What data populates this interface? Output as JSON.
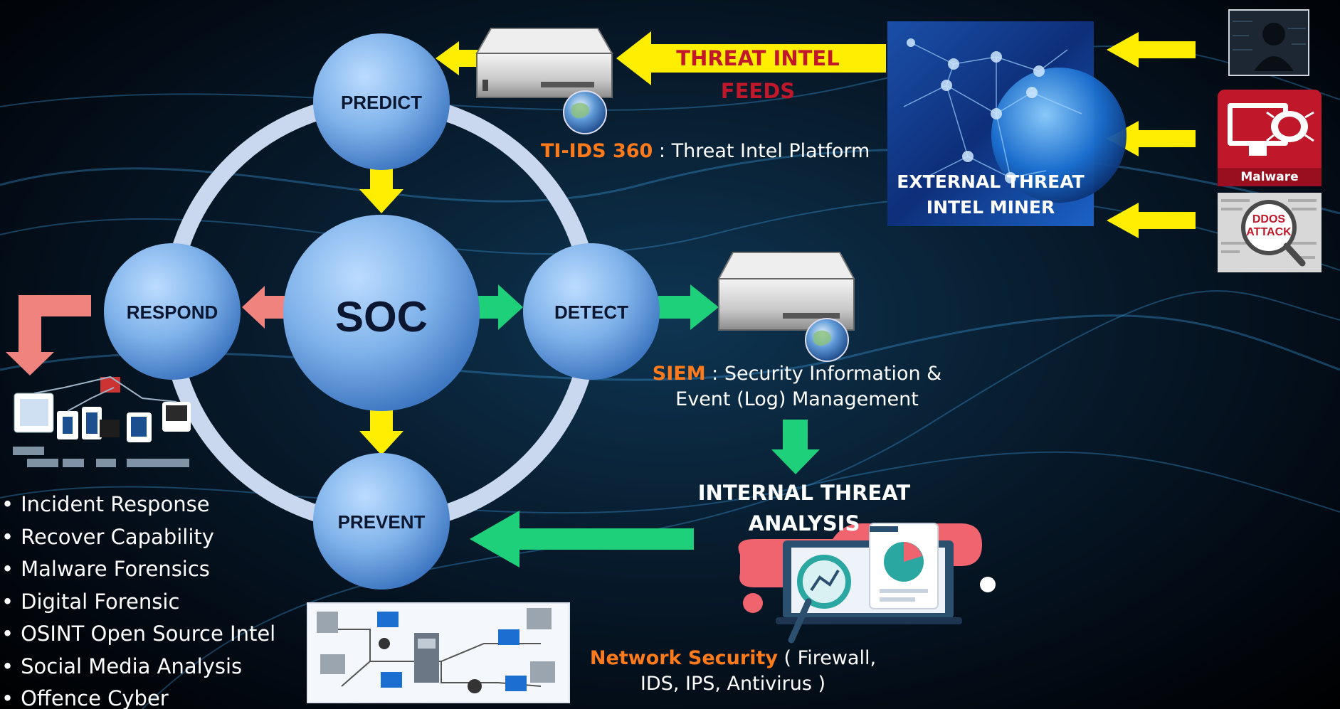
{
  "soc": {
    "center": "SOC",
    "predict": "PREDICT",
    "detect": "DETECT",
    "prevent": "PREVENT",
    "respond": "RESPOND"
  },
  "threat_feeds": {
    "label": "THREAT INTEL FEEDS"
  },
  "ti_platform": {
    "name": "TI-IDS 360",
    "description": " : Threat Intel Platform"
  },
  "external_miner": {
    "line1": "EXTERNAL THREAT",
    "line2": "INTEL MINER"
  },
  "sources": {
    "malware_label": "Malware",
    "ddos_line1": "DDOS",
    "ddos_line2": "ATTACK"
  },
  "siem": {
    "name": "SIEM",
    "description_line1": " : Security Information &",
    "description_line2": "Event  (Log) Management"
  },
  "internal_analysis": {
    "line1": "INTERNAL THREAT",
    "line2": "ANALYSIS"
  },
  "network_security": {
    "name": "Network Security",
    "description_line1": "  ( Firewall,",
    "description_line2": "IDS, IPS, Antivirus )"
  },
  "respond_capabilities": [
    "Incident Response",
    "Recover Capability",
    "Malware Forensics",
    "Digital Forensic",
    "OSINT Open Source Intel",
    "Social Media Analysis",
    "Offence Cyber"
  ],
  "colors": {
    "yellow_arrow": "#ffee00",
    "green_arrow": "#1fd07a",
    "red_arrow": "#f0837d",
    "circle": "#7fb4ec",
    "ring": "#c9d8ee",
    "highlight": "#ff7a1a"
  }
}
